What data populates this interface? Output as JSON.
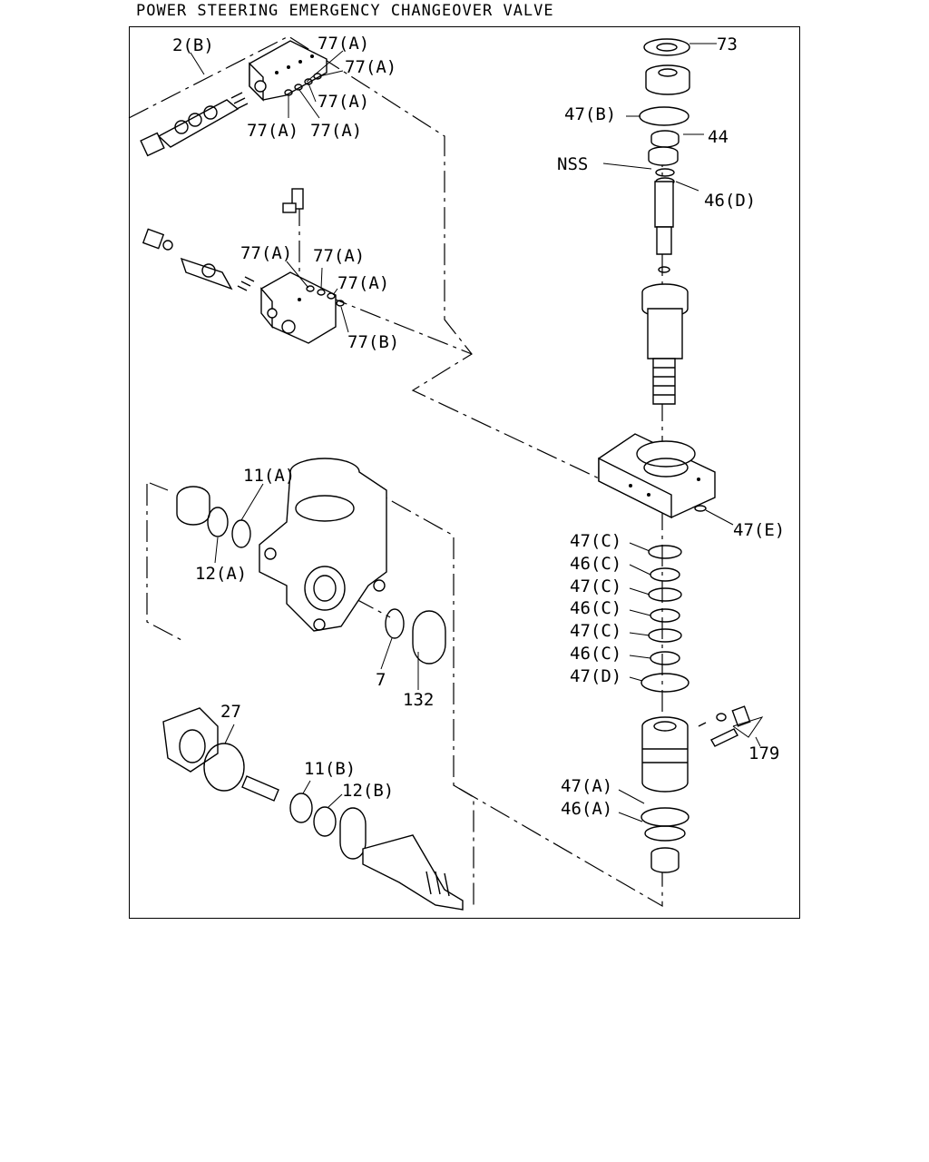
{
  "title": "POWER STEERING EMERGENCY CHANGEOVER VALVE",
  "labels": {
    "l_2b": "2(B)",
    "l_77a_1": "77(A)",
    "l_77a_2": "77(A)",
    "l_77a_3": "77(A)",
    "l_77a_4": "77(A)",
    "l_77a_5": "77(A)",
    "l_77a_6": "77(A)",
    "l_77a_7": "77(A)",
    "l_77a_8": "77(A)",
    "l_77b": "77(B)",
    "l_73": "73",
    "l_47b": "47(B)",
    "l_44": "44",
    "l_nss": "NSS",
    "l_46d": "46(D)",
    "l_11a": "11(A)",
    "l_12a": "12(A)",
    "l_7": "7",
    "l_132": "132",
    "l_47e": "47(E)",
    "l_47c_1": "47(C)",
    "l_46c_1": "46(C)",
    "l_47c_2": "47(C)",
    "l_46c_2": "46(C)",
    "l_47c_3": "47(C)",
    "l_46c_3": "46(C)",
    "l_47d": "47(D)",
    "l_27": "27",
    "l_11b": "11(B)",
    "l_12b": "12(B)",
    "l_179": "179",
    "l_47a": "47(A)",
    "l_46a": "46(A)"
  }
}
